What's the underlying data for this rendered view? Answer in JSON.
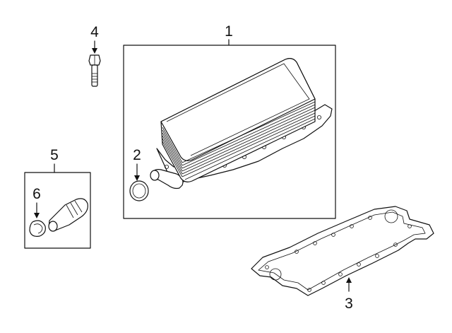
{
  "callouts": {
    "c1": "1",
    "c2": "2",
    "c3": "3",
    "c4": "4",
    "c5": "5",
    "c6": "6"
  },
  "colors": {
    "line": "#111111",
    "background": "#ffffff"
  }
}
